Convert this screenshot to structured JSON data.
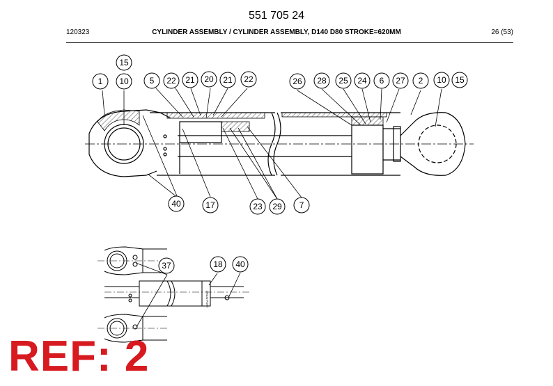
{
  "header": {
    "part_number": "551 705 24",
    "doc_code": "120323",
    "title": "CYLINDER ASSEMBLY / CYLINDER ASSEMBLY, D140 D80 STROKE=620MM",
    "page": "26 (53)"
  },
  "callouts": [
    "15",
    "1",
    "10",
    "5",
    "22",
    "21",
    "20",
    "21",
    "22",
    "26",
    "28",
    "25",
    "24",
    "6",
    "27",
    "2",
    "10",
    "15",
    "40",
    "17",
    "23",
    "29",
    "7",
    "37",
    "18",
    "40"
  ],
  "small_label": "DRAIN PORT",
  "stamp": {
    "text": "REF: 2",
    "color": "#d71920"
  }
}
